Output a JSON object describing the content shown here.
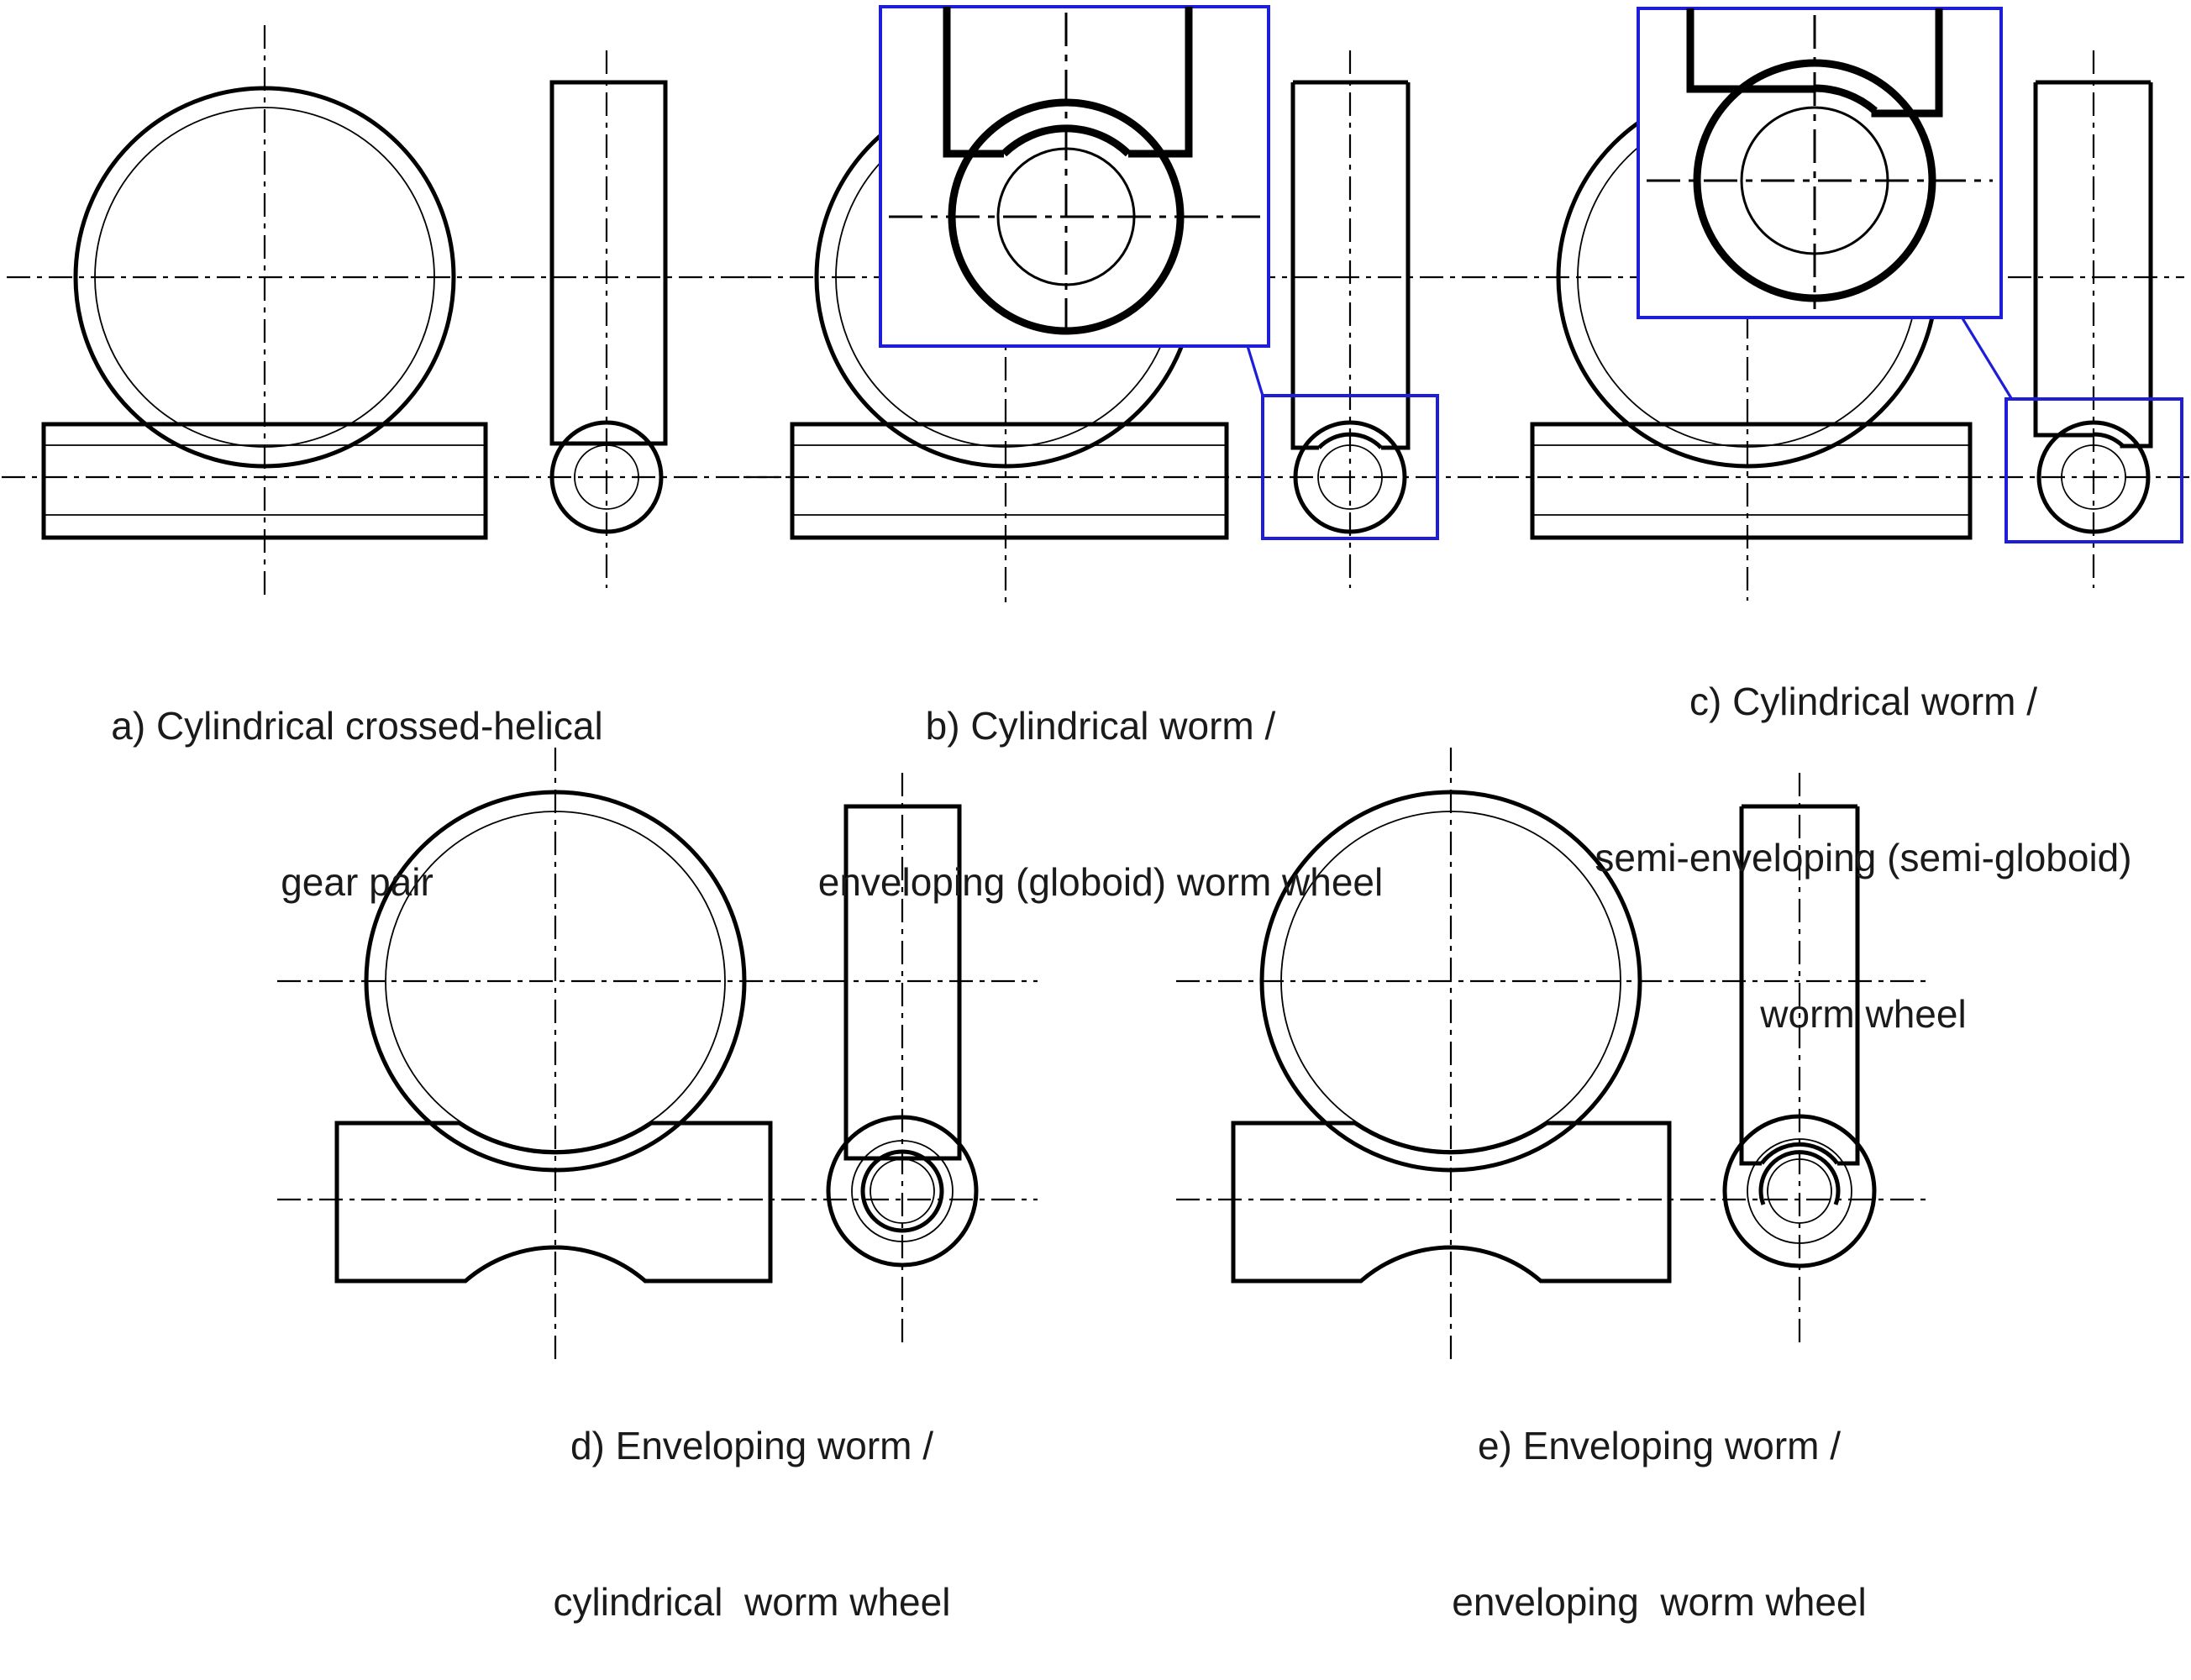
{
  "colors": {
    "line": "#000000",
    "accent_blue": "#1e1ed8",
    "text": "#1a1a1a",
    "background": "#ffffff"
  },
  "figure": {
    "description": "Five schematic views of worm gear pair types",
    "panels": [
      {
        "letter": "a",
        "caption_lines": [
          "a) Cylindrical crossed-helical",
          "gear pair"
        ]
      },
      {
        "letter": "b",
        "caption_lines": [
          "b) Cylindrical worm /",
          "enveloping (globoid) worm wheel"
        ]
      },
      {
        "letter": "c",
        "caption_lines": [
          "c) Cylindrical worm /",
          "semi-enveloping (semi-globoid)",
          "worm wheel"
        ]
      },
      {
        "letter": "d",
        "caption_lines": [
          "d) Enveloping worm /",
          "cylindrical  worm wheel"
        ]
      },
      {
        "letter": "e",
        "caption_lines": [
          "e) Enveloping worm /",
          "enveloping  worm wheel"
        ]
      }
    ]
  }
}
